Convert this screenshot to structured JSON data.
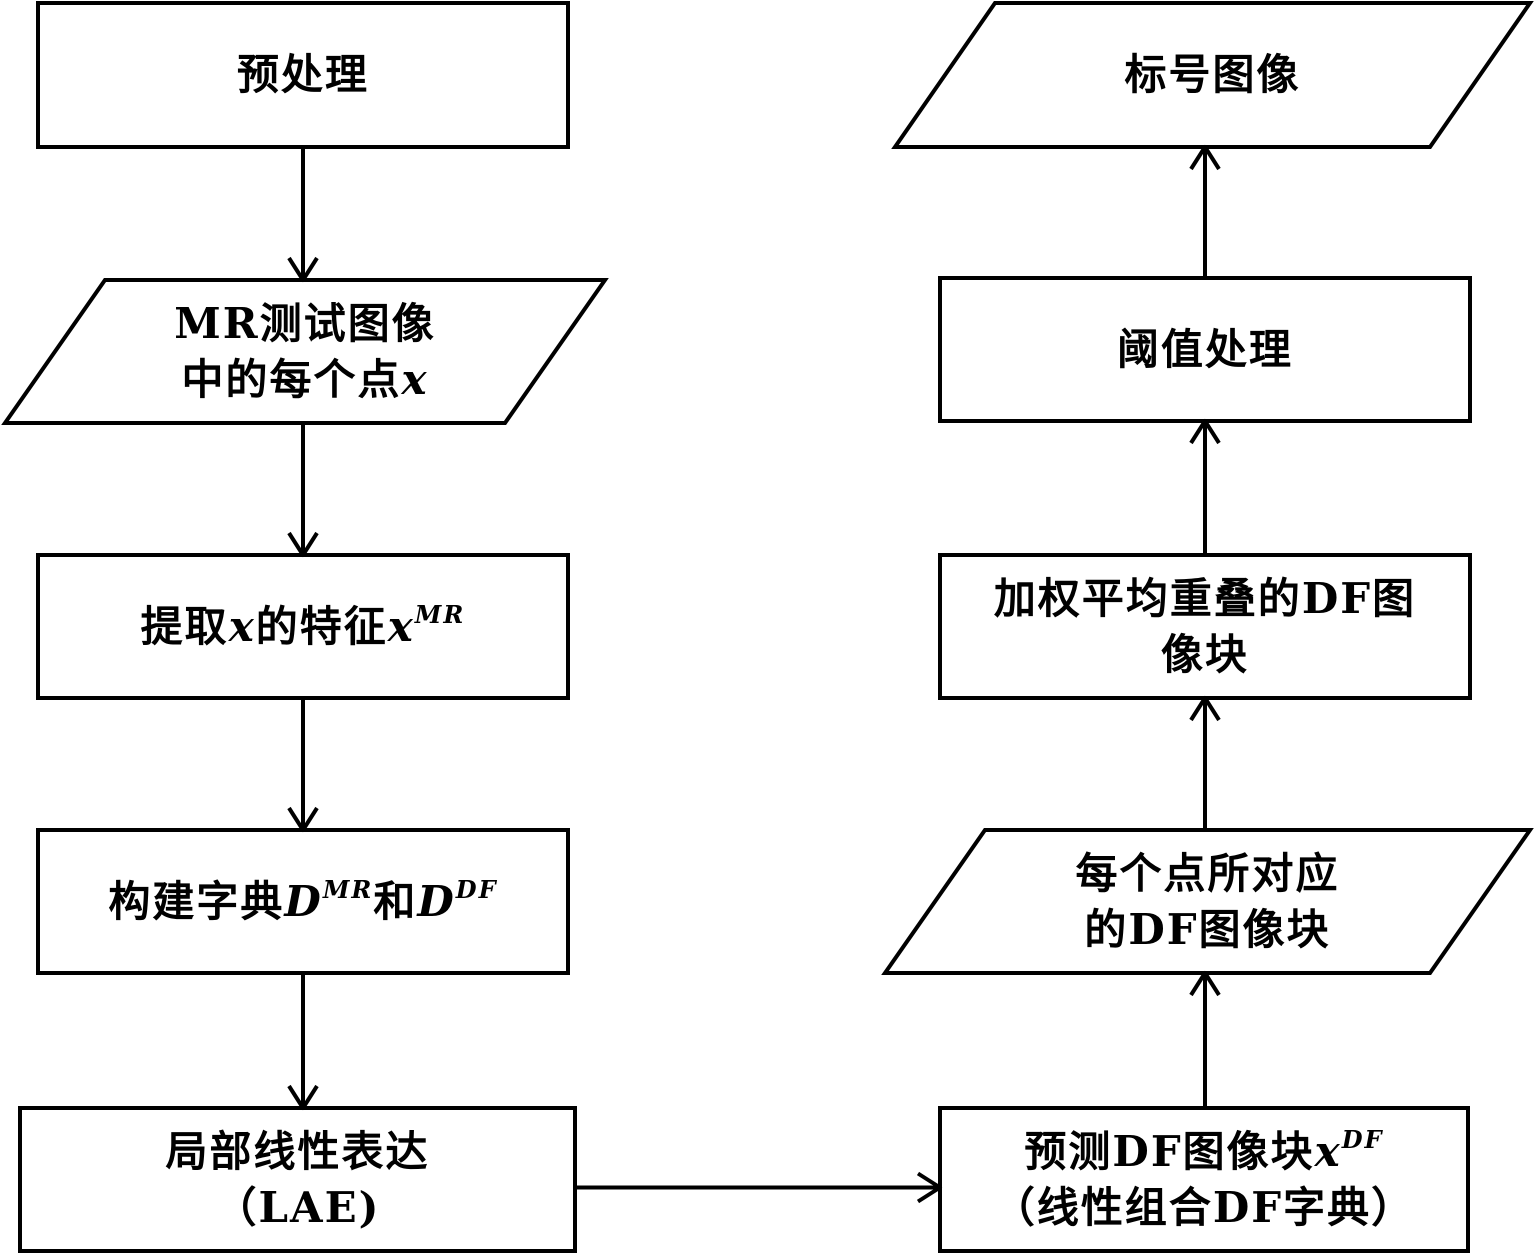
{
  "diagram": {
    "type": "flowchart",
    "nodes": [
      {
        "id": "preprocess",
        "shape": "process",
        "lines": [
          [
            {
              "t": "预处理"
            }
          ]
        ]
      },
      {
        "id": "test-points",
        "shape": "io",
        "lines": [
          [
            {
              "t": "MR测试图像"
            }
          ],
          [
            {
              "t": "中的每个点"
            },
            {
              "t": "x",
              "i": true
            }
          ]
        ]
      },
      {
        "id": "extract-features",
        "shape": "process",
        "lines": [
          [
            {
              "t": "提取"
            },
            {
              "t": "x",
              "i": true
            },
            {
              "t": "的特征"
            },
            {
              "t": "x",
              "i": true
            },
            {
              "t": "MR",
              "sup": true
            }
          ]
        ]
      },
      {
        "id": "build-dictionary",
        "shape": "process",
        "lines": [
          [
            {
              "t": "构建字典"
            },
            {
              "t": "D",
              "i": true
            },
            {
              "t": "MR",
              "sup": true
            },
            {
              "t": "和"
            },
            {
              "t": "D",
              "i": true
            },
            {
              "t": "DF",
              "sup": true
            }
          ]
        ]
      },
      {
        "id": "lae",
        "shape": "process",
        "lines": [
          [
            {
              "t": "局部线性表达"
            }
          ],
          [
            {
              "t": "（LAE)"
            }
          ]
        ]
      },
      {
        "id": "predict-df-patch",
        "shape": "process",
        "lines": [
          [
            {
              "t": "预测DF图像块"
            },
            {
              "t": "x",
              "i": true
            },
            {
              "t": "DF",
              "sup": true
            }
          ],
          [
            {
              "t": "（线性组合DF字典）"
            }
          ]
        ]
      },
      {
        "id": "df-patches",
        "shape": "io",
        "lines": [
          [
            {
              "t": "每个点所对应"
            }
          ],
          [
            {
              "t": "的DF图像块"
            }
          ]
        ]
      },
      {
        "id": "weighted-average",
        "shape": "process",
        "lines": [
          [
            {
              "t": "加权平均重叠的DF图"
            }
          ],
          [
            {
              "t": "像块"
            }
          ]
        ]
      },
      {
        "id": "threshold",
        "shape": "process",
        "lines": [
          [
            {
              "t": "阈值处理"
            }
          ]
        ]
      },
      {
        "id": "label-image",
        "shape": "io",
        "lines": [
          [
            {
              "t": "标号图像"
            }
          ]
        ]
      }
    ],
    "edges": [
      {
        "from": "preprocess",
        "to": "test-points"
      },
      {
        "from": "test-points",
        "to": "extract-features"
      },
      {
        "from": "extract-features",
        "to": "build-dictionary"
      },
      {
        "from": "build-dictionary",
        "to": "lae"
      },
      {
        "from": "lae",
        "to": "predict-df-patch"
      },
      {
        "from": "predict-df-patch",
        "to": "df-patches"
      },
      {
        "from": "df-patches",
        "to": "weighted-average"
      },
      {
        "from": "weighted-average",
        "to": "threshold"
      },
      {
        "from": "threshold",
        "to": "label-image"
      }
    ],
    "colors": {
      "stroke": "#000000",
      "fill": "#ffffff",
      "text": "#000000"
    }
  }
}
